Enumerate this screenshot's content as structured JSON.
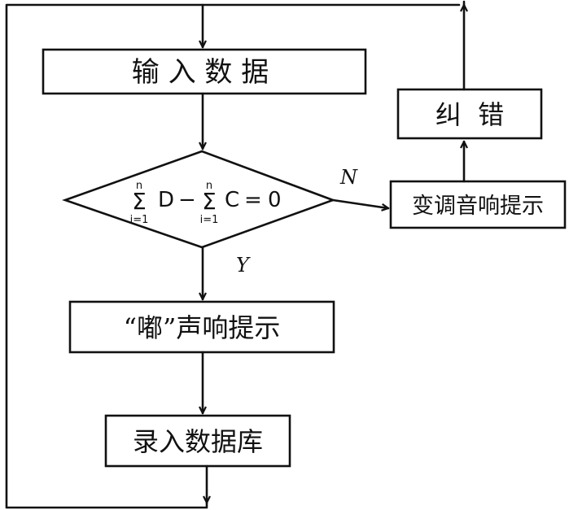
{
  "flowchart": {
    "input_box": "输 入 数 据",
    "decision": {
      "sum1_upper": "n",
      "sum1_lower": "i=1",
      "term1": "D",
      "minus": "−",
      "sum2_upper": "n",
      "sum2_lower": "i=1",
      "term2": "C",
      "equals": "=",
      "rhs": "0"
    },
    "yes_label": "Y",
    "no_label": "N",
    "yes_box": "“嘟”声响提示",
    "store_box": "录入数据库",
    "no_box": "变调音响提示",
    "correct_box": "纠  错"
  }
}
